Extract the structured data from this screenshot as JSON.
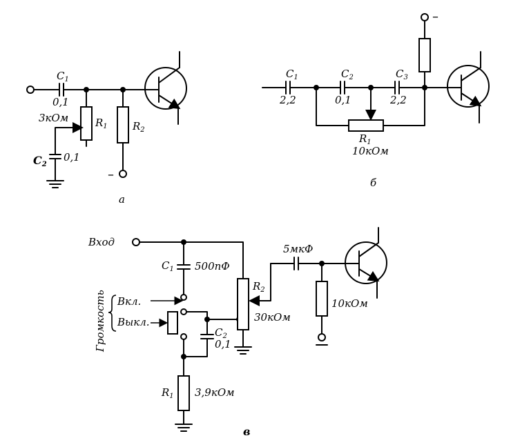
{
  "diagram_a": {
    "c1_label": "C",
    "c1_sub": "1",
    "c1_value": "0,1",
    "r1_value": "3кОм",
    "r1_label": "R",
    "r1_sub": "1",
    "r2_label": "R",
    "r2_sub": "2",
    "c2_label": "C",
    "c2_sub": "2",
    "c2_value": "0,1",
    "minus_label": "–",
    "caption": "а"
  },
  "diagram_b": {
    "c1_label": "C",
    "c1_sub": "1",
    "c1_value": "2,2",
    "c2_label": "C",
    "c2_sub": "2",
    "c2_value": "0,1",
    "c3_label": "C",
    "c3_sub": "3",
    "c3_value": "2,2",
    "r1_label": "R",
    "r1_sub": "1",
    "r1_value": "10кОм",
    "minus_label": "–",
    "caption": "б"
  },
  "diagram_c": {
    "input_label": "Вход",
    "c1_label": "C",
    "c1_sub": "1",
    "c1_value": "500пФ",
    "r2_label": "R",
    "r2_sub": "2",
    "r2_value": "30кОм",
    "c2_label": "C",
    "c2_sub": "2",
    "c2_value": "0,1",
    "r1_label": "R",
    "r1_sub": "1",
    "r1_value": "3,9кОм",
    "coupling_cap_value": "5мкФ",
    "base_res_value": "10кОм",
    "switch_on": "Вкл.",
    "switch_off": "Выкл.",
    "switch_group": "Громкость",
    "caption": "в"
  }
}
